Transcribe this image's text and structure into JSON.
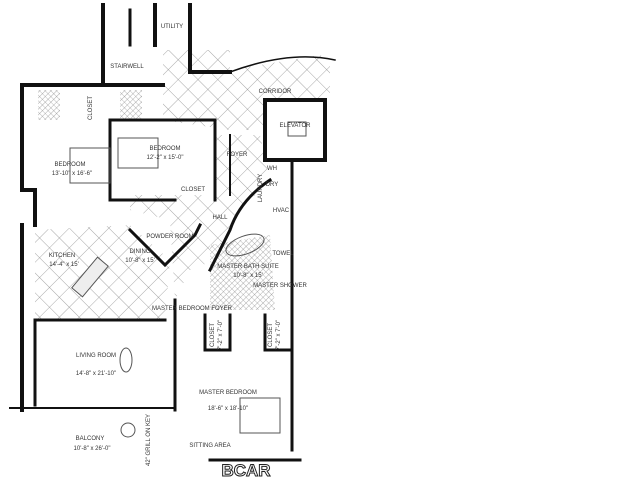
{
  "plan": {
    "rooms": [
      {
        "id": "stairwell",
        "name": "STAIRWELL"
      },
      {
        "id": "utility",
        "name": "UTILITY"
      },
      {
        "id": "corridor",
        "name": "CORRIDOR"
      },
      {
        "id": "elevator",
        "name": "ELEVATOR"
      },
      {
        "id": "bedroom1",
        "name": "BEDROOM",
        "size": "13'-10\" x 16'-6\""
      },
      {
        "id": "bedroom2",
        "name": "BEDROOM",
        "size": "12'-2\" x 15'-0\""
      },
      {
        "id": "closet1",
        "name": "CLOSET"
      },
      {
        "id": "closet2",
        "name": "CLOSET"
      },
      {
        "id": "foyer",
        "name": "FOYER"
      },
      {
        "id": "hall",
        "name": "HALL"
      },
      {
        "id": "laundry",
        "name": "LAUNDRY"
      },
      {
        "id": "wh",
        "name": "WH"
      },
      {
        "id": "dry",
        "name": "DRY"
      },
      {
        "id": "hvac",
        "name": "HVAC"
      },
      {
        "id": "powder",
        "name": "POWDER ROOM"
      },
      {
        "id": "kitchen",
        "name": "KITCHEN",
        "size": "14'-4\" x 15'"
      },
      {
        "id": "dining",
        "name": "DINING",
        "size": "10'-8\" x 15'"
      },
      {
        "id": "bath",
        "name": "MASTER BATH SUITE",
        "size": "10'-8\" x 15'"
      },
      {
        "id": "shower",
        "name": "MASTER SHOWER"
      },
      {
        "id": "towel",
        "name": "TOWEL"
      },
      {
        "id": "mfoyer",
        "name": "MASTER BEDROOM FOYER"
      },
      {
        "id": "closet3",
        "name": "CLOSET",
        "size": "7'-2\" x 7'-0\""
      },
      {
        "id": "closet4",
        "name": "CLOSET",
        "size": "7'-2\" x 7'-0\""
      },
      {
        "id": "living",
        "name": "LIVING ROOM",
        "size": "14'-8\" x 21'-10\""
      },
      {
        "id": "master",
        "name": "MASTER BEDROOM",
        "size": "18'-6\" x 18'-10\""
      },
      {
        "id": "sitting",
        "name": "SITTING AREA"
      },
      {
        "id": "balcony",
        "name": "BALCONY",
        "size": "10'-8\" x 26'-0\""
      },
      {
        "id": "grill",
        "name": "42\" GRILL ON KEY"
      }
    ],
    "watermark": "BCAR"
  }
}
